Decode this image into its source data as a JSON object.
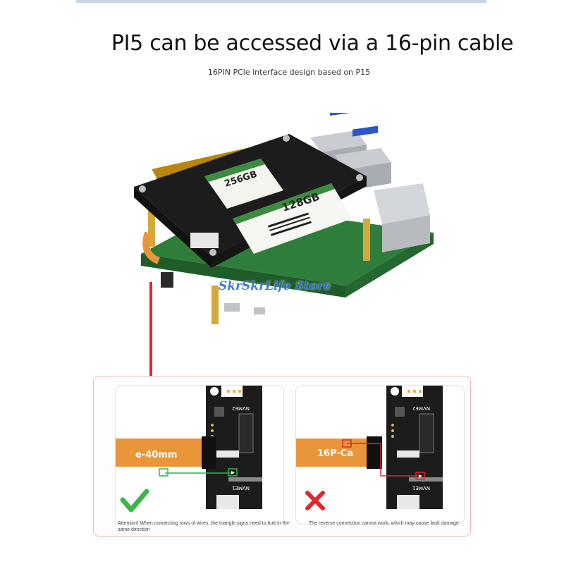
{
  "header": {
    "title": "PI5 can be accessed via a 16-pin cable",
    "subtitle": "16PIN PCle interface design based on P15"
  },
  "product_photo": {
    "ssd_top_label": "256GB",
    "ssd_bottom_label": "128GB",
    "watermark": "SkrSkrLife Store"
  },
  "comparison": {
    "correct": {
      "cable_label": "e-40mm",
      "slot_label": "NVME2",
      "slot_label_lower": "NVME1",
      "status_icon": "check-icon",
      "status_color": "#3bb54a",
      "note": "Attention! When connecting rows of wires, the triangle signs need to butt in the same direction"
    },
    "wrong": {
      "cable_label": "16P-Ca",
      "slot_label": "NVME2",
      "slot_label_lower": "NVME1",
      "status_icon": "cross-icon",
      "status_color": "#e0282e",
      "note": "The reverse connection cannot work, which may cause fault damage"
    }
  },
  "colors": {
    "accent_red": "#e0282e",
    "cable_orange": "#e9963a",
    "pcb_black": "#1c1c1c",
    "pcb_green": "#2f7d3a",
    "highlight_green": "#2fb54a"
  }
}
